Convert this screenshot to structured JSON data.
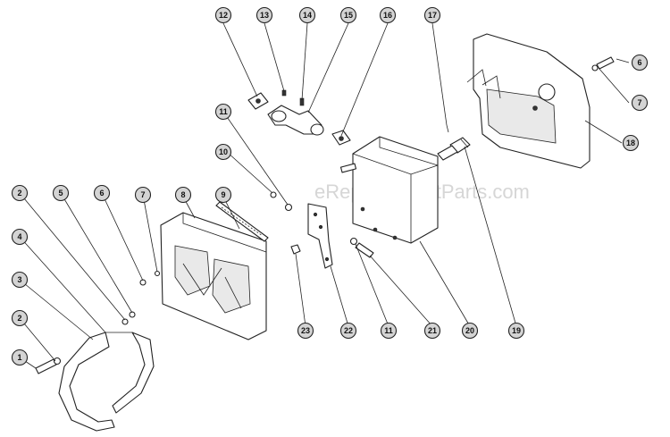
{
  "watermark": "eReplacementParts.com",
  "callouts": {
    "c1": "1",
    "c2a": "2",
    "c2b": "2",
    "c3": "3",
    "c4": "4",
    "c5": "5",
    "c6a": "6",
    "c6b": "6",
    "c7a": "7",
    "c7b": "7",
    "c8": "8",
    "c9": "9",
    "c10": "10",
    "c11a": "11",
    "c11b": "11",
    "c12": "12",
    "c13": "13",
    "c14": "14",
    "c15": "15",
    "c16": "16",
    "c17": "17",
    "c18": "18",
    "c19": "19",
    "c20": "20",
    "c21": "21",
    "c22": "22",
    "c23": "23"
  }
}
